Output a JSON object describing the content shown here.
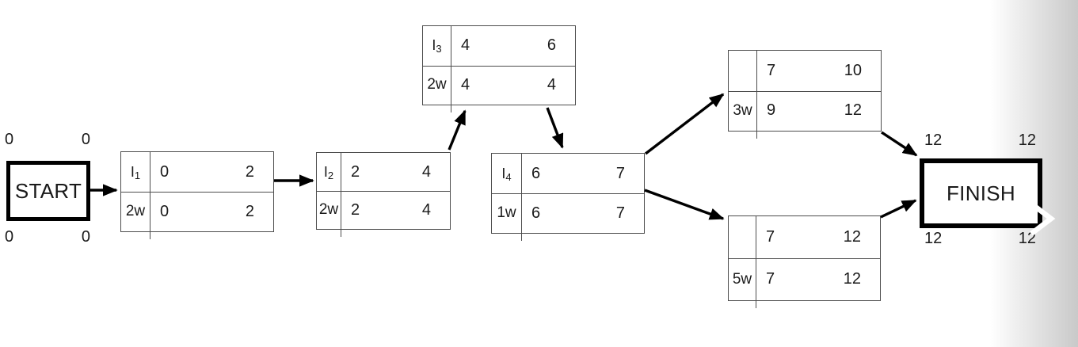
{
  "diagram_type": "activity-network-cpm",
  "start_node": {
    "label": "START",
    "corner_values": {
      "top_left": "0",
      "top_right": "0",
      "bottom_left": "0",
      "bottom_right": "0"
    }
  },
  "finish_node": {
    "label": "FINISH",
    "corner_values": {
      "top_left": "12",
      "top_right": "12",
      "bottom_left": "12",
      "bottom_right": "12"
    }
  },
  "activities": [
    {
      "id_base": "I",
      "id_sub": "1",
      "duration": "2w",
      "es": "0",
      "ef": "2",
      "ls": "0",
      "lf": "2"
    },
    {
      "id_base": "I",
      "id_sub": "2",
      "duration": "2w",
      "es": "2",
      "ef": "4",
      "ls": "2",
      "lf": "4"
    },
    {
      "id_base": "I",
      "id_sub": "3",
      "duration": "2w",
      "es": "4",
      "ef": "6",
      "ls": "4",
      "lf": "4"
    },
    {
      "id_base": "I",
      "id_sub": "4",
      "duration": "1w",
      "es": "6",
      "ef": "7",
      "ls": "6",
      "lf": "7"
    },
    {
      "id_base": "",
      "id_sub": "",
      "duration": "3w",
      "es": "7",
      "ef": "10",
      "ls": "9",
      "lf": "12"
    },
    {
      "id_base": "",
      "id_sub": "",
      "duration": "5w",
      "es": "7",
      "ef": "12",
      "ls": "7",
      "lf": "12"
    }
  ],
  "edges": [
    {
      "from": "start",
      "to": "activity-i1"
    },
    {
      "from": "activity-i1",
      "to": "activity-i2"
    },
    {
      "from": "activity-i2",
      "to": "activity-i3"
    },
    {
      "from": "activity-i3",
      "to": "activity-i4"
    },
    {
      "from": "activity-i4",
      "to": "activity-5"
    },
    {
      "from": "activity-i4",
      "to": "activity-6"
    },
    {
      "from": "activity-5",
      "to": "finish"
    },
    {
      "from": "activity-6",
      "to": "finish"
    }
  ],
  "colors": {
    "background": "#ffffff",
    "terminal_border": "#000000",
    "box_border": "#4d4d4d",
    "text": "#1a1a1a",
    "arrow": "#000000",
    "edge_fade": "#c9c9c9",
    "chevron": "#ffffff"
  }
}
